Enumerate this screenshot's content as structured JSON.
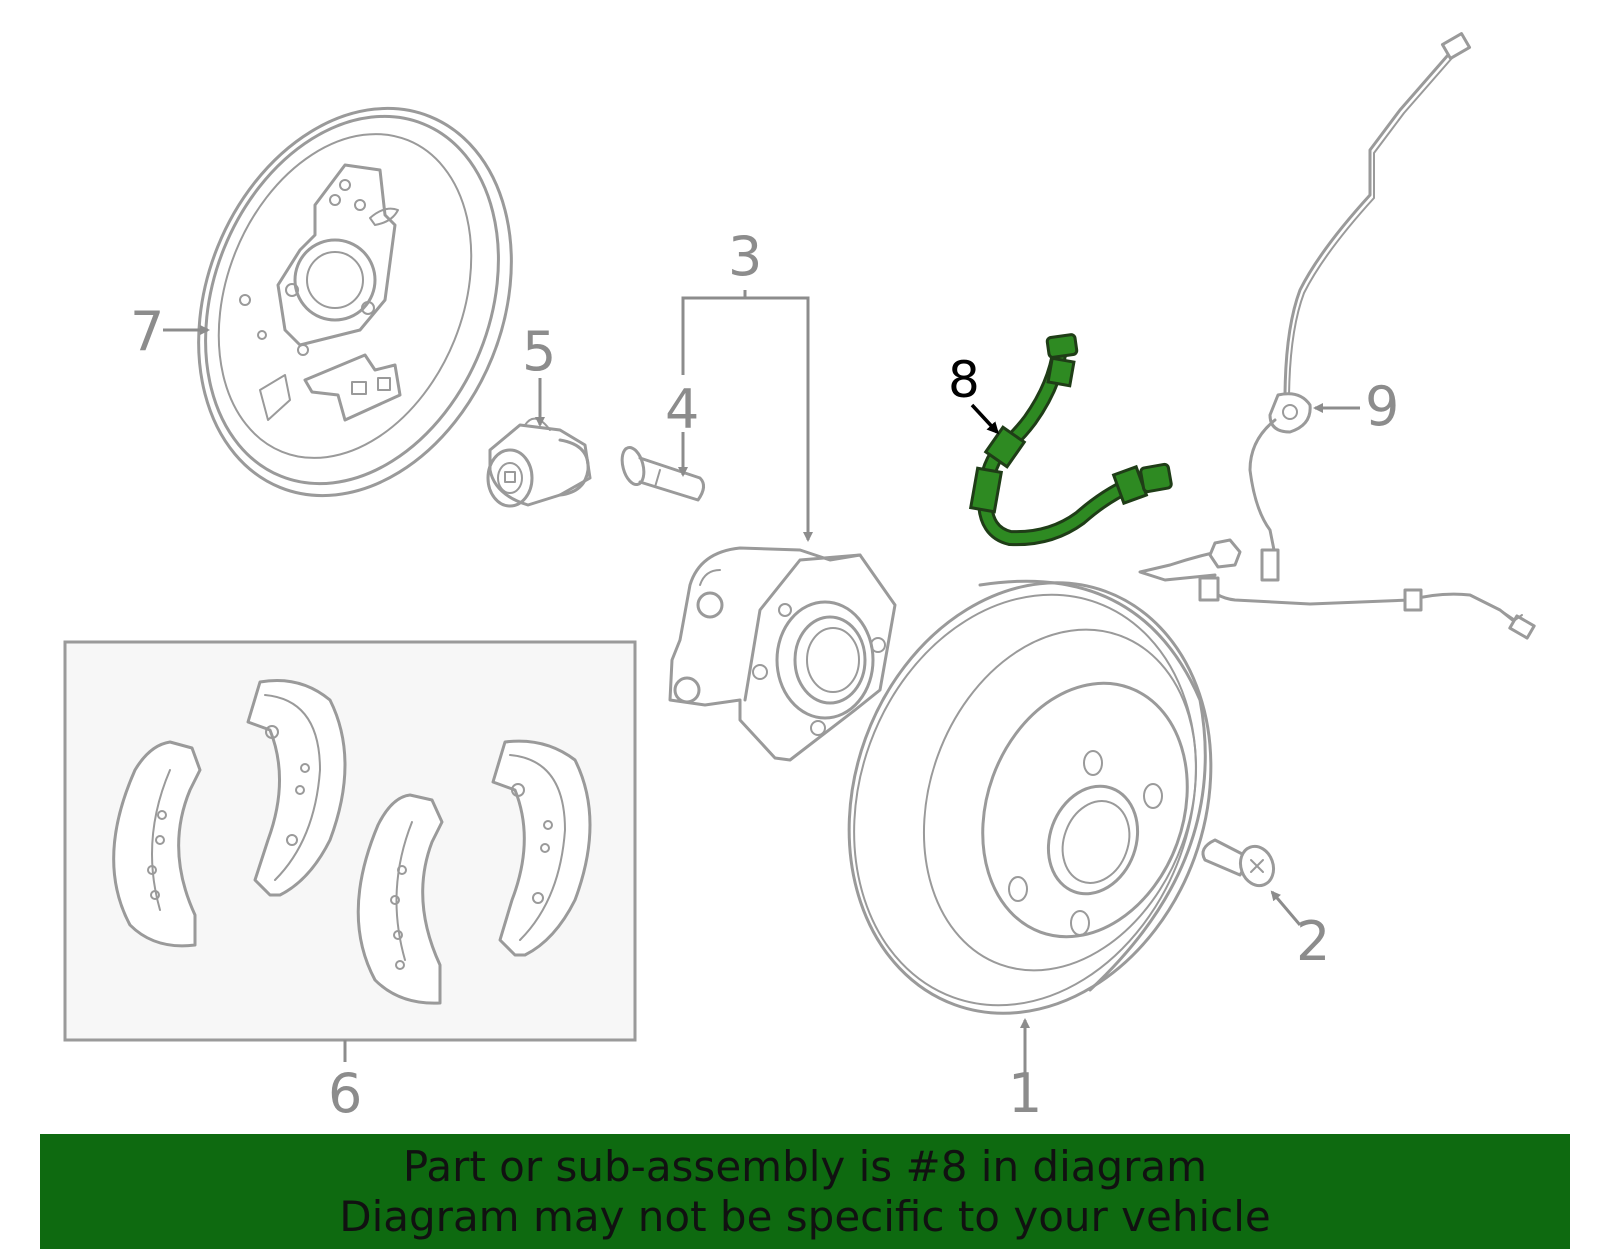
{
  "colors": {
    "banner": "#0e6a10",
    "highlight_part": "#1f7a1a",
    "part_stroke": "#9a9a9a",
    "box_fill": "#f7f7f7"
  },
  "callouts": {
    "c1": "1",
    "c2": "2",
    "c3": "3",
    "c4": "4",
    "c5": "5",
    "c6": "6",
    "c7": "7",
    "c8": "8",
    "c9": "9"
  },
  "banner": {
    "line1": "Part or sub-assembly is #8 in diagram",
    "line2": "Diagram may not be specific to your vehicle"
  }
}
